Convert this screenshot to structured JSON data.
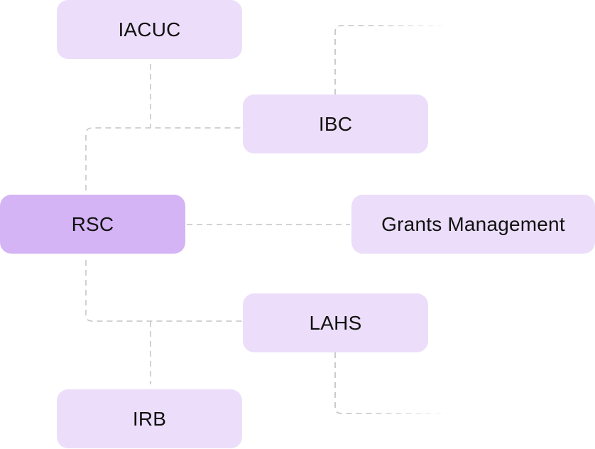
{
  "diagram": {
    "type": "organization-connection-diagram",
    "colors": {
      "node_fill": "#ecdefa",
      "primary_node_fill": "#d4b4f4",
      "connector": "#c4c4c4",
      "text": "#111111"
    },
    "nodes": {
      "iacuc": {
        "label": "IACUC"
      },
      "ibc": {
        "label": "IBC"
      },
      "rsc": {
        "label": "RSC",
        "primary": true
      },
      "grants": {
        "label": "Grants Management"
      },
      "lahs": {
        "label": "LAHS"
      },
      "irb": {
        "label": "IRB"
      }
    },
    "edges": [
      {
        "from": "rsc",
        "to": "ibc",
        "style": "dashed"
      },
      {
        "from": "iacuc",
        "to": "ibc",
        "style": "dashed"
      },
      {
        "from": "rsc",
        "to": "grants",
        "style": "dashed"
      },
      {
        "from": "rsc",
        "to": "lahs",
        "style": "dashed"
      },
      {
        "from": "irb",
        "to": "lahs",
        "style": "dashed"
      },
      {
        "from": "ibc",
        "to": "offscreen-right",
        "style": "dashed-fading"
      },
      {
        "from": "lahs",
        "to": "offscreen-right",
        "style": "dashed-fading"
      }
    ]
  }
}
